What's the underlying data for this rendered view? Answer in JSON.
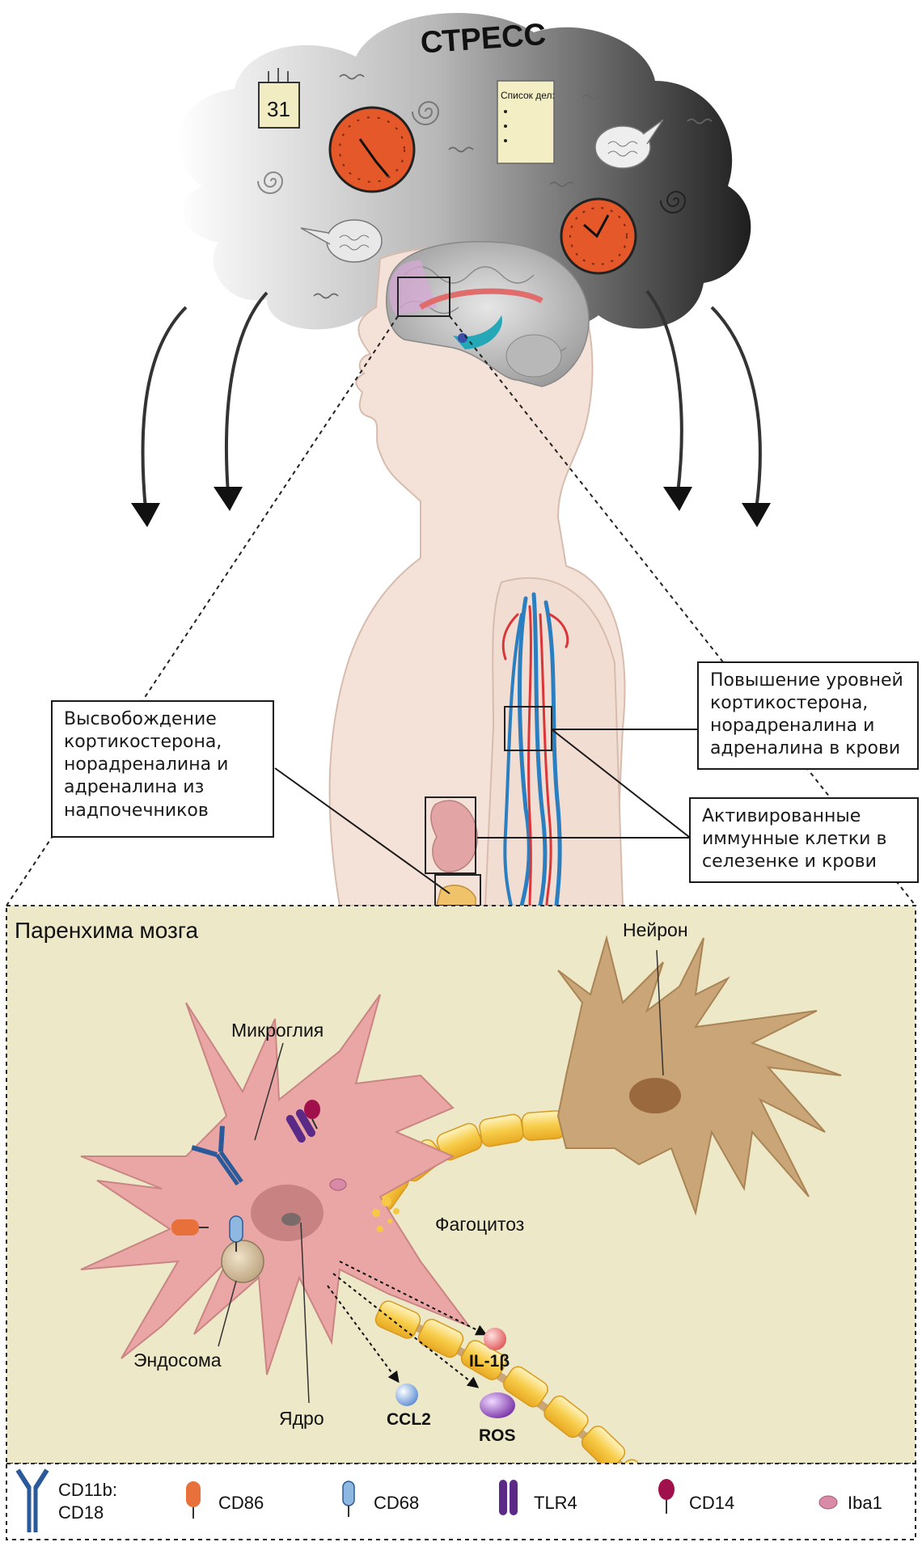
{
  "stress": {
    "title": "СТРЕСС",
    "calendar_day": "31",
    "todo_title": "Список дел:"
  },
  "callouts": {
    "adrenal_release": "Высвобождение\nкортикостерона,\nнорадреналина и\nадреналина из\nнадпочечников",
    "blood_levels": "Повышение уровней\nкортикостерона,\nнорадреналина и\nадреналина в крови",
    "immune_cells": "Активированные\nиммунные клетки в\nселезенке и крови"
  },
  "parenchyma": {
    "title": "Паренхима мозга",
    "labels": {
      "neuron": "Нейрон",
      "microglia": "Микроглия",
      "phagocytosis": "Фагоцитоз",
      "endosome": "Эндосома",
      "nucleus": "Ядро",
      "il1b": "IL-1β",
      "ccl2": "CCL2",
      "ros": "ROS"
    }
  },
  "legend": {
    "items": [
      {
        "label": "CD11b:",
        "label2": "CD18",
        "icon": "antibody-icon",
        "color": "#2a5a9a"
      },
      {
        "label": "CD86",
        "icon": "orange-receptor-icon",
        "color": "#e8703a"
      },
      {
        "label": "CD68",
        "icon": "blue-receptor-icon",
        "color": "#8fb8e0"
      },
      {
        "label": "TLR4",
        "icon": "purple-receptor-icon",
        "color": "#5a2a86"
      },
      {
        "label": "CD14",
        "icon": "magenta-receptor-icon",
        "color": "#a0104a"
      },
      {
        "label": "Iba1",
        "icon": "pink-oval-icon",
        "color": "#d88aa6"
      }
    ]
  },
  "colors": {
    "panel_bg": "#ede8c8",
    "microglia": "#eaa6a4",
    "neuron": "#c9a577",
    "myelin": "#f6c844",
    "artery": "#d9363a",
    "vein": "#2b7fc0",
    "skin": "#f4e2d8"
  }
}
